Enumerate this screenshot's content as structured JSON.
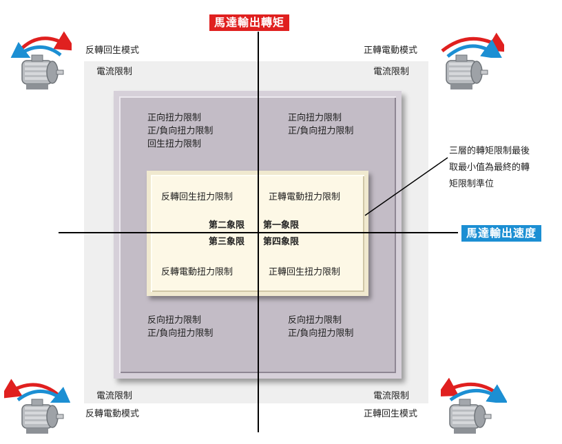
{
  "axes": {
    "torque_label": "馬達輸出轉矩",
    "speed_label": "馬達輸出速度"
  },
  "modes": {
    "top_left": "反轉回生模式",
    "top_right": "正轉電動模式",
    "bottom_left": "反轉電動模式",
    "bottom_right": "正轉回生模式"
  },
  "current_limit": {
    "top_left": "電流限制",
    "top_right": "電流限制",
    "bottom_left": "電流限制",
    "bottom_right": "電流限制"
  },
  "torque_limits": {
    "top_left": [
      "正向扭力限制",
      "正/負向扭力限制",
      "回生扭力限制"
    ],
    "top_right": [
      "正向扭力限制",
      "正/負向扭力限制"
    ],
    "bottom_left": [
      "反向扭力限制",
      "正/負向扭力限制"
    ],
    "bottom_right": [
      "反向扭力限制",
      "正/負向扭力限制"
    ]
  },
  "inner_limits": {
    "top_left": "反轉回生扭力限制",
    "top_right": "正轉電動扭力限制",
    "bottom_left": "反轉電動扭力限制",
    "bottom_right": "正轉回生扭力限制"
  },
  "quadrants": {
    "q2": "第二象限",
    "q1": "第一象限",
    "q3": "第三象限",
    "q4": "第四象限"
  },
  "annotation": [
    "三層的轉矩限制最後",
    "取最小值為最終的轉",
    "矩限制準位"
  ],
  "colors": {
    "red_arrow": "#e0201f",
    "blue_arrow": "#1c8fd3",
    "outer_zone": "#efefef",
    "middle_zone": "#c3bcc6",
    "inner_zone": "#fdf8e6"
  }
}
